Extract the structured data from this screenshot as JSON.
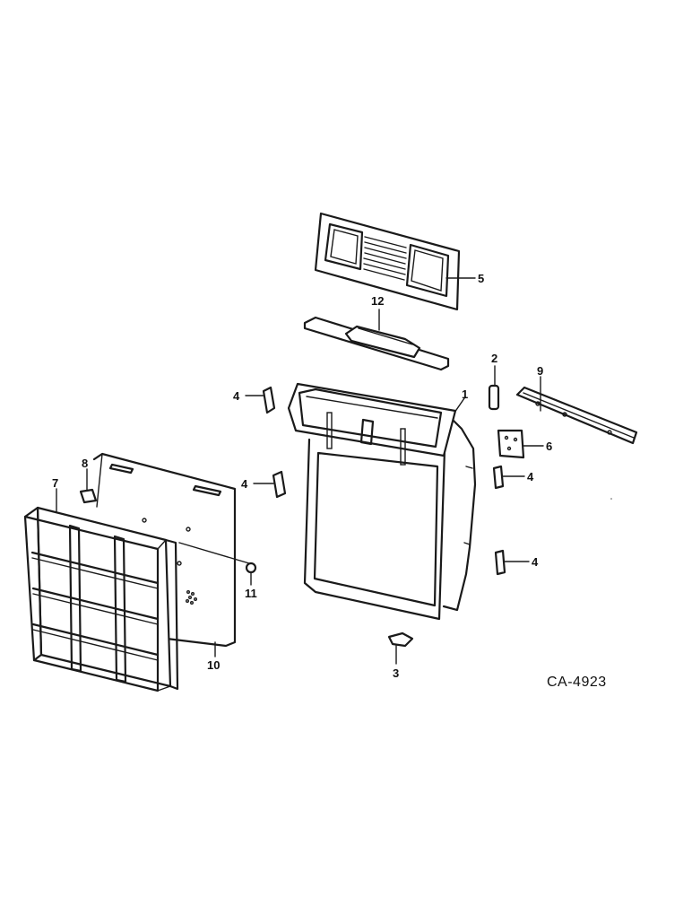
{
  "drawing_code": "CA-4923",
  "callouts": {
    "c1": "1",
    "c2": "2",
    "c3": "3",
    "c4a": "4",
    "c4b": "4",
    "c4c": "4",
    "c4d": "4",
    "c5": "5",
    "c6": "6",
    "c7": "7",
    "c8": "8",
    "c9": "9",
    "c10": "10",
    "c11": "11",
    "c12": "12"
  }
}
